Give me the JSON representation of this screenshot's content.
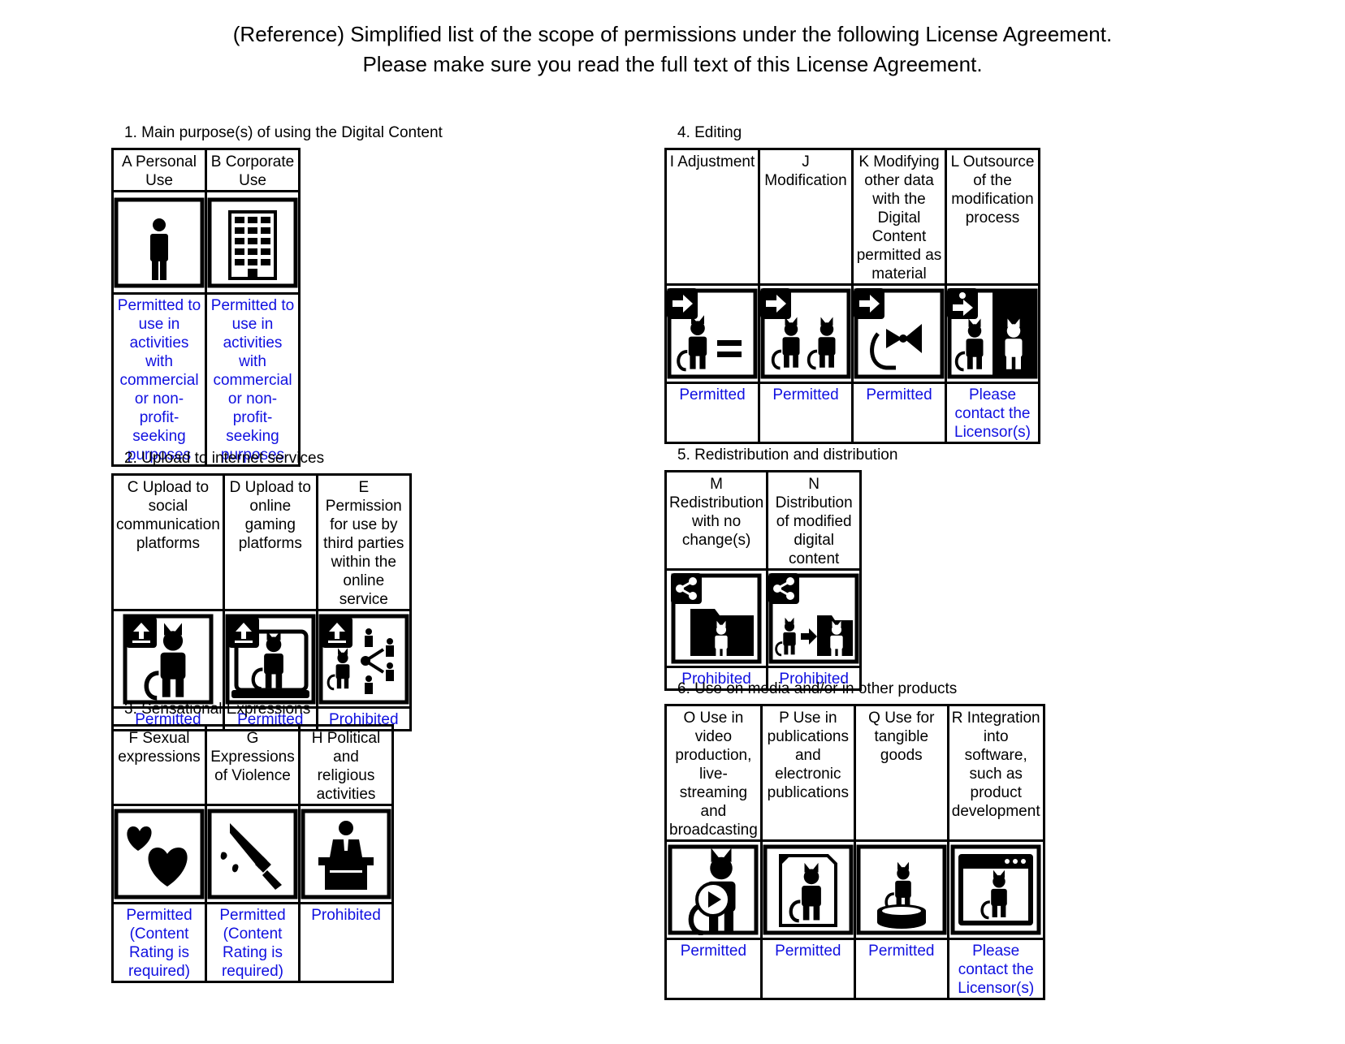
{
  "header": {
    "line1": "(Reference) Simplified list of the scope of permissions under the following License Agreement.",
    "line2": "Please make sure you read the full text of this License Agreement."
  },
  "colors": {
    "status_text": "#1010e0",
    "border": "#000000"
  },
  "sections": {
    "s1": {
      "title": "1. Main purpose(s) of using the Digital Content",
      "items": [
        {
          "label": "A Personal Use",
          "icon": "person-icon",
          "status": "Permitted to use in activities with commercial or non-profit-seeking purposes"
        },
        {
          "label": "B  Corporate Use",
          "icon": "building-icon",
          "status": "Permitted to use in activities with commercial or non-profit-seeking purposes"
        }
      ]
    },
    "s2": {
      "title": "2. Upload to internet services",
      "items": [
        {
          "label": "C Upload to social communication platforms",
          "icon": "upload-social-icon",
          "status": "Permitted"
        },
        {
          "label": "D Upload to online gaming platforms",
          "icon": "upload-gaming-icon",
          "status": "Permitted"
        },
        {
          "label": "E Permission for use by third parties within the online service",
          "icon": "third-party-share-icon",
          "status": "Prohibited"
        }
      ]
    },
    "s3": {
      "title": "3. Sensational Expressions",
      "items": [
        {
          "label": "F Sexual expressions",
          "icon": "hearts-icon",
          "status": "Permitted (Content Rating is required)"
        },
        {
          "label": "G Expressions of Violence",
          "icon": "knife-icon",
          "status": "Permitted (Content Rating is required)"
        },
        {
          "label": "H Political and religious activities",
          "icon": "podium-icon",
          "status": "Prohibited"
        }
      ]
    },
    "s4": {
      "title": "4. Editing",
      "items": [
        {
          "label": "I Adjustment",
          "icon": "adjustment-icon",
          "status": "Permitted"
        },
        {
          "label": "J Modification",
          "icon": "modification-icon",
          "status": "Permitted"
        },
        {
          "label": "K Modifying other data with the Digital Content permitted as material",
          "icon": "material-use-icon",
          "status": "Permitted"
        },
        {
          "label": "L Outsource of the modification process",
          "icon": "outsource-icon",
          "status": "Please contact the Licensor(s)"
        }
      ]
    },
    "s5": {
      "title": "5. Redistribution and distribution",
      "items": [
        {
          "label": "M Redistribution with no change(s)",
          "icon": "redistribution-icon",
          "status": "Prohibited"
        },
        {
          "label": "N Distribution of modified digital content",
          "icon": "modified-distribution-icon",
          "status": "Prohibited"
        }
      ]
    },
    "s6": {
      "title": "6. Use on media and/or in other products",
      "items": [
        {
          "label": "O Use in video production, live-streaming and broadcasting",
          "icon": "video-icon",
          "status": "Permitted"
        },
        {
          "label": "P Use in publications and electronic publications",
          "icon": "publication-icon",
          "status": "Permitted"
        },
        {
          "label": "Q Use for tangible goods",
          "icon": "figure-goods-icon",
          "status": "Permitted"
        },
        {
          "label": "R Integration into software, such as product development",
          "icon": "software-icon",
          "status": "Please contact the Licensor(s)"
        }
      ]
    }
  }
}
